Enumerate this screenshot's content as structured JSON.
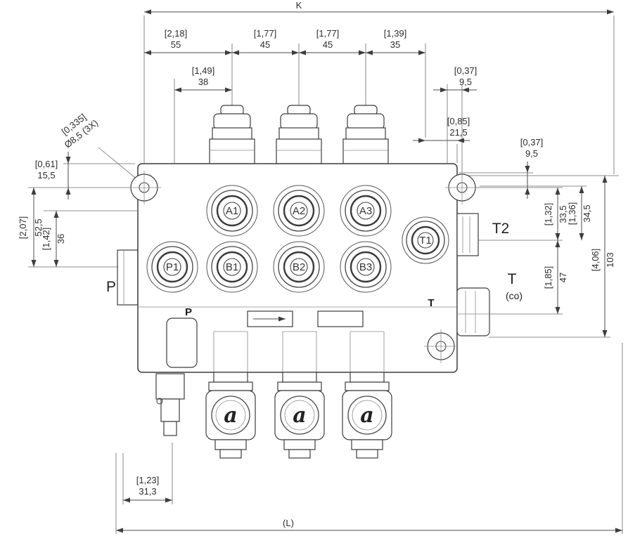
{
  "labels": {
    "k": "K",
    "l": "(L)",
    "p_left": "P",
    "t2": "T2",
    "t_right": "T",
    "t_co": "(co)",
    "p_body": "P",
    "t_body": "T",
    "coil_letter": "a"
  },
  "ports": {
    "a1": "A1",
    "a2": "A2",
    "a3": "A3",
    "b1": "B1",
    "b2": "B2",
    "b3": "B3",
    "p1": "P1",
    "t1": "T1"
  },
  "dims": {
    "w55": {
      "in": "[2,18]",
      "mm": "55"
    },
    "w45a": {
      "in": "[1,77]",
      "mm": "45"
    },
    "w45b": {
      "in": "[1,77]",
      "mm": "45"
    },
    "w35": {
      "in": "[1,39]",
      "mm": "35"
    },
    "w38": {
      "in": "[1,49]",
      "mm": "38"
    },
    "w95": {
      "in": "[0,37]",
      "mm": "9,5"
    },
    "w215": {
      "in": "[0,85]",
      "mm": "21,5"
    },
    "h95": {
      "in": "[0,37]",
      "mm": "9,5"
    },
    "h155": {
      "in": "[0,61]",
      "mm": "15,5"
    },
    "h525": {
      "in": "[2,07]",
      "mm": "52,5"
    },
    "h36": {
      "in": "[1,42]",
      "mm": "36"
    },
    "h335": {
      "in": "[1,32]",
      "mm": "33,5"
    },
    "h345": {
      "in": "[1,36]",
      "mm": "34,5"
    },
    "h47": {
      "in": "[1,85]",
      "mm": "47"
    },
    "h103": {
      "in": "[4,06]",
      "mm": "103"
    },
    "w313": {
      "in": "[1,23]",
      "mm": "31,3"
    },
    "hole": {
      "in": "[0,335]",
      "mm": "Ø8,5 (3X)"
    }
  }
}
